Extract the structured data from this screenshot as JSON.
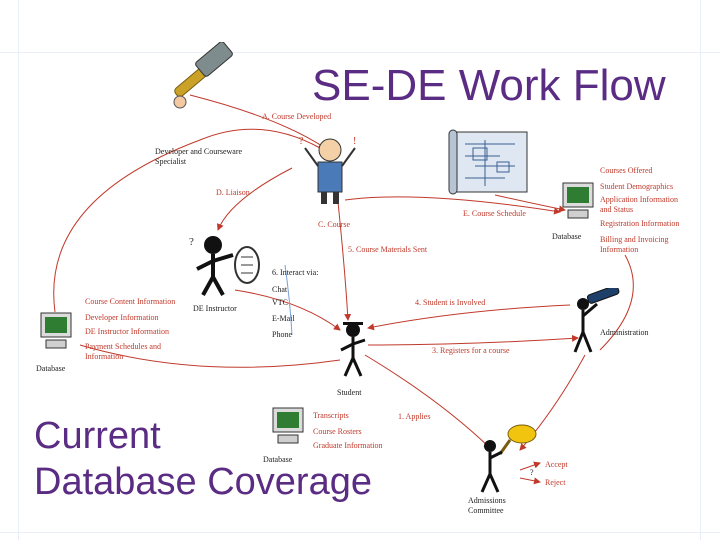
{
  "slide": {
    "title": "SE-DE Work Flow",
    "subtitle_line1": "Current",
    "subtitle_line2": "Database Coverage"
  },
  "actors": {
    "developer": "Developer and Courseware Specialist",
    "instructor": "DE Instructor",
    "student": "Student",
    "administration": "Administration",
    "admissions": "Admissions Committee"
  },
  "flows": {
    "a": "A. Course Developed",
    "d": "D. Liaison",
    "c": "C. Course",
    "e": "E. Course Schedule",
    "five": "5. Course Materials Sent",
    "six": "6. Interact via:",
    "six_items": [
      "Chat",
      "VTC",
      "E-Mail",
      "Phone"
    ],
    "four": "4. Student is Involved",
    "three": "3. Registers for a course",
    "one": "1. Applies",
    "accept": "Accept",
    "reject": "Reject",
    "question": "?"
  },
  "databases": {
    "left": {
      "label": "Database",
      "items": [
        "Course Content Information",
        "Developer Information",
        "DE Instructor Information",
        "Payment Schedules and Information"
      ]
    },
    "right": {
      "label": "Database",
      "items": [
        "Courses Offered",
        "Student Demographics",
        "Application Information and Status",
        "Registration Information",
        "Billing and Invoicing Information"
      ]
    },
    "bottom": {
      "label": "Database",
      "items": [
        "Transcripts",
        "Course Rosters",
        "Graduate Information"
      ]
    }
  },
  "colors": {
    "title": "#5b2c83",
    "arrow": "#c0392b",
    "monitor": "#2e7d32",
    "hammer_handle": "#c9a227"
  },
  "icons": [
    "hammer-icon",
    "stick-figure-icon",
    "computer-icon",
    "blueprint-icon",
    "telescope-icon",
    "phone-icon",
    "gavel-icon"
  ]
}
